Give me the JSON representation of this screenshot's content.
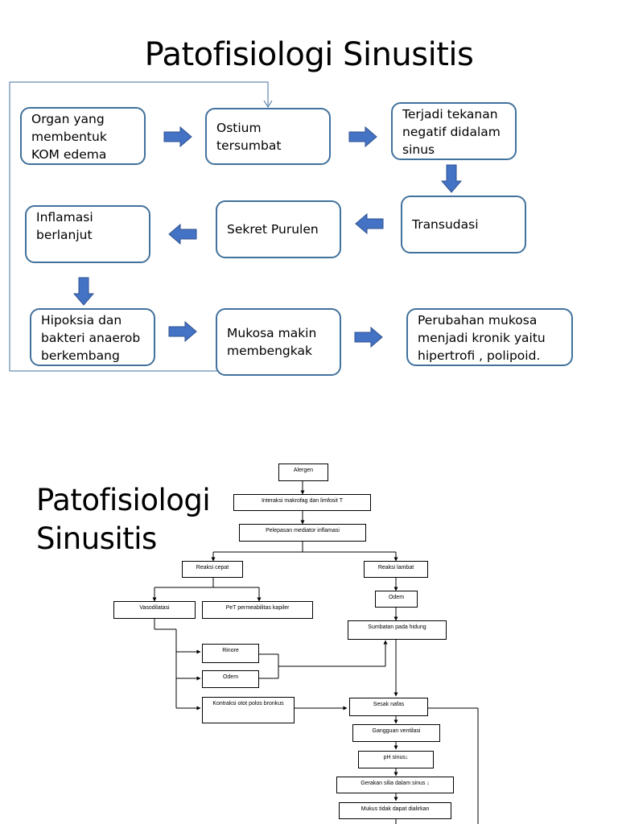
{
  "slide1": {
    "title": "Patofisiologi Sinusitis",
    "boxes": {
      "organ": "Organ yang\nmembentuk\n KOM edema",
      "ostium": "Ostium\ntersumbat",
      "tekanan": "Terjadi tekanan\nnegatif didalam\nsinus",
      "transudasi": "Transudasi",
      "sekret": "Sekret Purulen",
      "inflamasi": "Inflamasi\nberlanjut",
      "hipoksia": "Hipoksia dan\nbakteri anaerob\nberkembang",
      "mukosa": "Mukosa makin\nmembengkak",
      "perubahan": "Perubahan mukosa\nmenjadi kronik yaitu\nhipertrofi , polipoid."
    },
    "colors": {
      "box_border": "#41719c",
      "arrow_fill": "#4472c4",
      "arrow_stroke": "#2f528f",
      "feedback_line": "#41719c"
    }
  },
  "slide2": {
    "title": "Patofisiologi\nSinusitis",
    "nodes": {
      "alergen": "Alergen",
      "interaksi": "Interaksi makrofag dan limfosit T",
      "pelepasan": "Pelepasan mediator inflamasi",
      "cepat": "Reaksi cepat",
      "lambat": "Reaksi lambat",
      "vasodilatasi": "Vasodilatasi",
      "permeabilitas": "PeT permeabilitas kapiler",
      "odem_right": "Odem",
      "sumbatan": "Sumbatan pada hidung",
      "rinore": "Rinore",
      "odem_left": "Odem",
      "kontraksi": "Kontraksi otot polos bronkus",
      "sesak": "Sesak nafas",
      "gangguan": "Gangguan ventilasi",
      "ph": "pH sinus↓",
      "gerakan": "Gerakan silia dalam sinus ↓",
      "mukus": "Mukus tidak dapat dialirkan"
    }
  }
}
